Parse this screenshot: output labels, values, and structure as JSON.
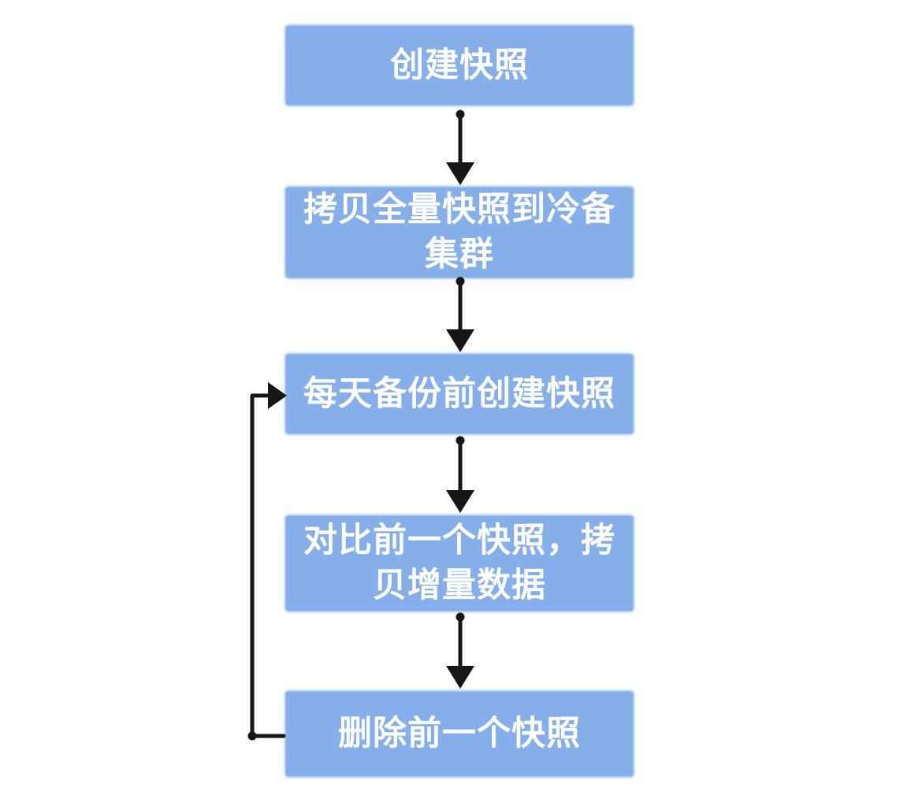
{
  "flowchart": {
    "type": "flowchart",
    "direction": "top-down",
    "nodes": [
      {
        "id": "create-snapshot",
        "label": "创建快照"
      },
      {
        "id": "copy-full-snapshot-to-cold",
        "label": "拷贝全量快照到冷备集群"
      },
      {
        "id": "daily-pre-backup-snapshot",
        "label": "每天备份前创建快照"
      },
      {
        "id": "compare-copy-incremental",
        "label": "对比前一个快照，拷贝增量数据"
      },
      {
        "id": "delete-previous-snapshot",
        "label": "删除前一个快照"
      }
    ],
    "edges": [
      {
        "from": "create-snapshot",
        "to": "copy-full-snapshot-to-cold",
        "type": "straight-down"
      },
      {
        "from": "copy-full-snapshot-to-cold",
        "to": "daily-pre-backup-snapshot",
        "type": "straight-down"
      },
      {
        "from": "daily-pre-backup-snapshot",
        "to": "compare-copy-incremental",
        "type": "straight-down"
      },
      {
        "from": "compare-copy-incremental",
        "to": "delete-previous-snapshot",
        "type": "straight-down"
      },
      {
        "from": "delete-previous-snapshot",
        "to": "daily-pre-backup-snapshot",
        "type": "loop-back-left"
      }
    ]
  },
  "colors": {
    "node_fill": "#86AFE9",
    "node_text": "#FFFFFF",
    "arrow": "#161616",
    "background": "#FFFFFF"
  }
}
